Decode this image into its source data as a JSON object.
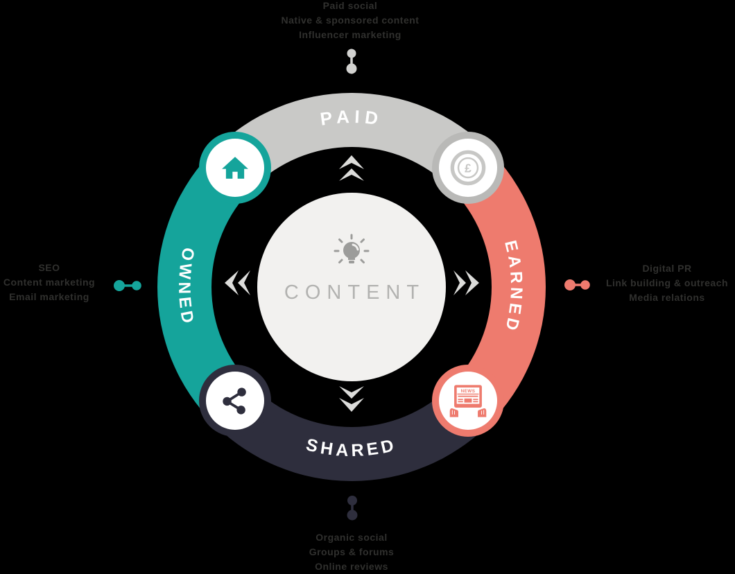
{
  "colors": {
    "background": "#000000",
    "teal": "#15A49B",
    "salmon": "#EE7B6E",
    "gray": "#C9C9C7",
    "dark_navy": "#2E2E3D",
    "gray_badge_border": "#B9B9B7",
    "center_circle_bg": "#F2F1EF",
    "content_text": "#B2B2B0",
    "bulb_icon": "#9C9C9A",
    "arrow": "#DCDCDA",
    "annotation_text": "#30302E",
    "top_dots": "#D2D2D0"
  },
  "center": {
    "label": "CONTENT",
    "icon": "lightbulb-icon"
  },
  "ring": {
    "segments": [
      {
        "id": "paid",
        "label": "PAID",
        "position": "top",
        "color": "#C9C9C7"
      },
      {
        "id": "earned",
        "label": "EARNED",
        "position": "right",
        "color": "#EE7B6E"
      },
      {
        "id": "shared",
        "label": "SHARED",
        "position": "bottom",
        "color": "#2E2E3D"
      },
      {
        "id": "owned",
        "label": "OWNED",
        "position": "left",
        "color": "#15A49B"
      }
    ]
  },
  "badges": [
    {
      "id": "owned-badge",
      "icon": "home-icon",
      "position": "top-left",
      "color": "#15A49B"
    },
    {
      "id": "paid-badge",
      "icon": "pound-coin-icon",
      "position": "top-right",
      "color": "#B9B9B7",
      "glyph": "£"
    },
    {
      "id": "shared-badge",
      "icon": "share-icon",
      "position": "bottom-left",
      "color": "#2E2E3D"
    },
    {
      "id": "earned-badge",
      "icon": "news-icon",
      "position": "bottom-right",
      "color": "#EE7B6E",
      "news_label": "NEWS"
    }
  ],
  "annotations": {
    "top": {
      "lines": [
        "Paid social",
        "Native & sponsored content",
        "Influencer marketing"
      ]
    },
    "right": {
      "lines": [
        "Digital PR",
        "Link building & outreach",
        "Media relations"
      ]
    },
    "bottom": {
      "lines": [
        "Organic social",
        "Groups & forums",
        "Online reviews"
      ]
    },
    "left": {
      "lines": [
        "SEO",
        "Content marketing",
        "Email marketing"
      ]
    }
  }
}
